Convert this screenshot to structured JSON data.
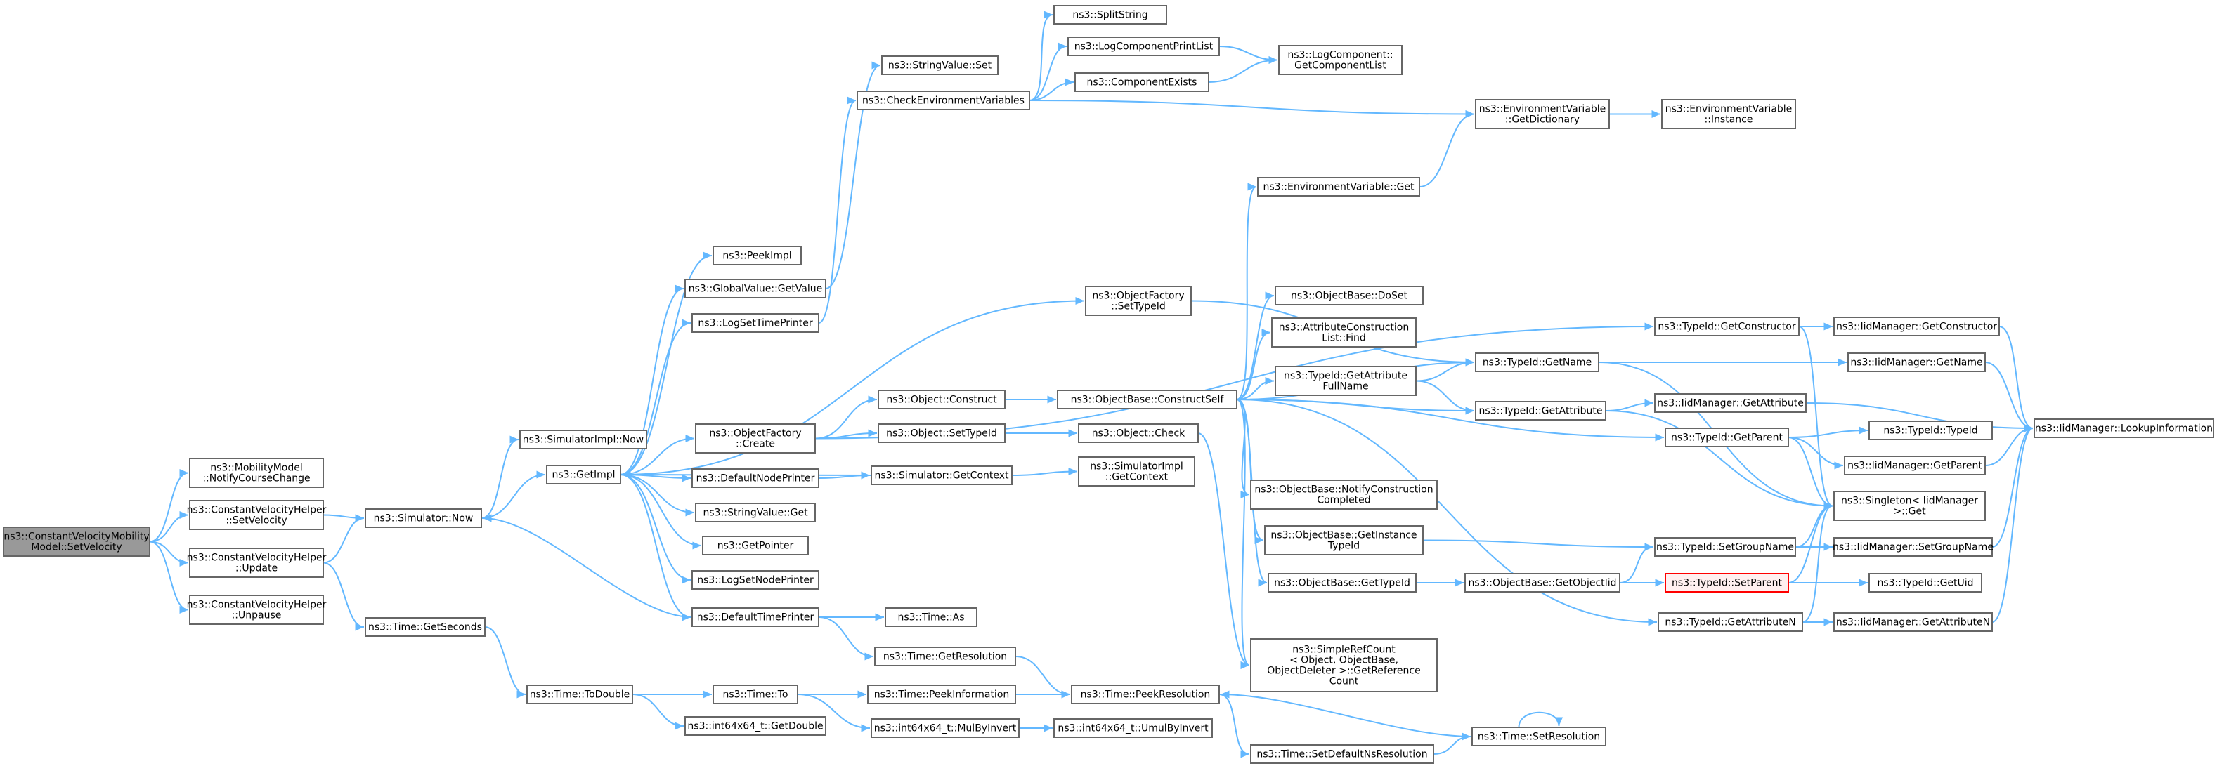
{
  "colors": {
    "edge": "#63b8ff",
    "node_border": "#666666",
    "root_fill": "#999999",
    "highlight_border": "#ff0000"
  },
  "nodes": [
    {
      "id": "root",
      "lines": [
        "ns3::ConstantVelocityMobility",
        "Model::SetVelocity"
      ]
    },
    {
      "id": "notify",
      "lines": [
        "ns3::MobilityModel",
        "::NotifyCourseChange"
      ]
    },
    {
      "id": "cvhset",
      "lines": [
        "ns3::ConstantVelocityHelper",
        "::SetVelocity"
      ]
    },
    {
      "id": "cvhupdate",
      "lines": [
        "ns3::ConstantVelocityHelper",
        "::Update"
      ]
    },
    {
      "id": "cvhunpause",
      "lines": [
        "ns3::ConstantVelocityHelper",
        "::Unpause"
      ]
    },
    {
      "id": "simnow",
      "lines": [
        "ns3::Simulator::Now"
      ]
    },
    {
      "id": "simimplnow",
      "lines": [
        "ns3::SimulatorImpl::Now"
      ]
    },
    {
      "id": "getimpl",
      "lines": [
        "ns3::GetImpl"
      ]
    },
    {
      "id": "getseconds",
      "lines": [
        "ns3::Time::GetSeconds"
      ]
    },
    {
      "id": "todouble",
      "lines": [
        "ns3::Time::ToDouble"
      ]
    },
    {
      "id": "timeto",
      "lines": [
        "ns3::Time::To"
      ]
    },
    {
      "id": "getdouble",
      "lines": [
        "ns3::int64x64_t::GetDouble"
      ]
    },
    {
      "id": "peekimpl",
      "lines": [
        "ns3::PeekImpl"
      ]
    },
    {
      "id": "gvgetvalue",
      "lines": [
        "ns3::GlobalValue::GetValue"
      ]
    },
    {
      "id": "logsettime",
      "lines": [
        "ns3::LogSetTimePrinter"
      ]
    },
    {
      "id": "ofcreate",
      "lines": [
        "ns3::ObjectFactory",
        "::Create"
      ]
    },
    {
      "id": "defnodeprinter",
      "lines": [
        "ns3::DefaultNodePrinter"
      ]
    },
    {
      "id": "svget",
      "lines": [
        "ns3::StringValue::Get"
      ]
    },
    {
      "id": "getpointer",
      "lines": [
        "ns3::GetPointer"
      ]
    },
    {
      "id": "lognodeprinter",
      "lines": [
        "ns3::LogSetNodePrinter"
      ]
    },
    {
      "id": "deftimeprinter",
      "lines": [
        "ns3::DefaultTimePrinter"
      ]
    },
    {
      "id": "svset",
      "lines": [
        "ns3::StringValue::Set"
      ]
    },
    {
      "id": "checkenv",
      "lines": [
        "ns3::CheckEnvironmentVariables"
      ]
    },
    {
      "id": "splitstring",
      "lines": [
        "ns3::SplitString"
      ]
    },
    {
      "id": "logcompprint",
      "lines": [
        "ns3::LogComponentPrintList"
      ]
    },
    {
      "id": "compexists",
      "lines": [
        "ns3::ComponentExists"
      ]
    },
    {
      "id": "getcomplist",
      "lines": [
        "ns3::LogComponent::",
        "GetComponentList"
      ]
    },
    {
      "id": "envgetdict",
      "lines": [
        "ns3::EnvironmentVariable",
        "::GetDictionary"
      ]
    },
    {
      "id": "envinstance",
      "lines": [
        "ns3::EnvironmentVariable",
        "::Instance"
      ]
    },
    {
      "id": "envget",
      "lines": [
        "ns3::EnvironmentVariable::Get"
      ]
    },
    {
      "id": "ofsettypeid",
      "lines": [
        "ns3::ObjectFactory",
        "::SetTypeId"
      ]
    },
    {
      "id": "objconstruct",
      "lines": [
        "ns3::Object::Construct"
      ]
    },
    {
      "id": "objsettypeid",
      "lines": [
        "ns3::Object::SetTypeId"
      ]
    },
    {
      "id": "simgetcontext",
      "lines": [
        "ns3::Simulator::GetContext"
      ]
    },
    {
      "id": "objcheck",
      "lines": [
        "ns3::Object::Check"
      ]
    },
    {
      "id": "simimplgetcontext",
      "lines": [
        "ns3::SimulatorImpl",
        "::GetContext"
      ]
    },
    {
      "id": "timeas",
      "lines": [
        "ns3::Time::As"
      ]
    },
    {
      "id": "getresolution",
      "lines": [
        "ns3::Time::GetResolution"
      ]
    },
    {
      "id": "peekinfo",
      "lines": [
        "ns3::Time::PeekInformation"
      ]
    },
    {
      "id": "mulbyinvert",
      "lines": [
        "ns3::int64x64_t::MulByInvert"
      ]
    },
    {
      "id": "peekres",
      "lines": [
        "ns3::Time::PeekResolution"
      ]
    },
    {
      "id": "umulbyinvert",
      "lines": [
        "ns3::int64x64_t::UmulByInvert"
      ]
    },
    {
      "id": "setdefaultns",
      "lines": [
        "ns3::Time::SetDefaultNsResolution"
      ]
    },
    {
      "id": "setresolution",
      "lines": [
        "ns3::Time::SetResolution"
      ]
    },
    {
      "id": "constructself",
      "lines": [
        "ns3::ObjectBase::ConstructSelf"
      ]
    },
    {
      "id": "doset",
      "lines": [
        "ns3::ObjectBase::DoSet"
      ]
    },
    {
      "id": "acfind",
      "lines": [
        "ns3::AttributeConstruction",
        "List::Find"
      ]
    },
    {
      "id": "getattrfullname",
      "lines": [
        "ns3::TypeId::GetAttribute",
        "FullName"
      ]
    },
    {
      "id": "notifyconstr",
      "lines": [
        "ns3::ObjectBase::NotifyConstruction",
        "Completed"
      ]
    },
    {
      "id": "getinstancetypeid",
      "lines": [
        "ns3::ObjectBase::GetInstance",
        "TypeId"
      ]
    },
    {
      "id": "obgettypeid",
      "lines": [
        "ns3::ObjectBase::GetTypeId"
      ]
    },
    {
      "id": "simplerefcount",
      "lines": [
        "ns3::SimpleRefCount",
        "< Object, ObjectBase,",
        "ObjectDeleter >::GetReference",
        "Count"
      ]
    },
    {
      "id": "tidgetname",
      "lines": [
        "ns3::TypeId::GetName"
      ]
    },
    {
      "id": "tidgetattr",
      "lines": [
        "ns3::TypeId::GetAttribute"
      ]
    },
    {
      "id": "tidgetconstructor",
      "lines": [
        "ns3::TypeId::GetConstructor"
      ]
    },
    {
      "id": "tidgetparent",
      "lines": [
        "ns3::TypeId::GetParent"
      ]
    },
    {
      "id": "obgetobjectiid",
      "lines": [
        "ns3::ObjectBase::GetObjectIid"
      ]
    },
    {
      "id": "tidsetgroupname",
      "lines": [
        "ns3::TypeId::SetGroupName"
      ]
    },
    {
      "id": "tidsetparent",
      "lines": [
        "ns3::TypeId::SetParent"
      ]
    },
    {
      "id": "tidgetattrn",
      "lines": [
        "ns3::TypeId::GetAttributeN"
      ]
    },
    {
      "id": "iidgetconstructor",
      "lines": [
        "ns3::IidManager::GetConstructor"
      ]
    },
    {
      "id": "iidgetname",
      "lines": [
        "ns3::IidManager::GetName"
      ]
    },
    {
      "id": "iidgetattr",
      "lines": [
        "ns3::IidManager::GetAttribute"
      ]
    },
    {
      "id": "tidtypeid",
      "lines": [
        "ns3::TypeId::TypeId"
      ]
    },
    {
      "id": "iidgetparent",
      "lines": [
        "ns3::IidManager::GetParent"
      ]
    },
    {
      "id": "singletonget",
      "lines": [
        "ns3::Singleton< IidManager",
        ">::Get"
      ]
    },
    {
      "id": "iidsetgroupname",
      "lines": [
        "ns3::IidManager::SetGroupName"
      ]
    },
    {
      "id": "tidgetuid",
      "lines": [
        "ns3::TypeId::GetUid"
      ]
    },
    {
      "id": "iidgetattrn",
      "lines": [
        "ns3::IidManager::GetAttributeN"
      ]
    },
    {
      "id": "lookupinfo",
      "lines": [
        "ns3::IidManager::LookupInformation"
      ]
    }
  ]
}
